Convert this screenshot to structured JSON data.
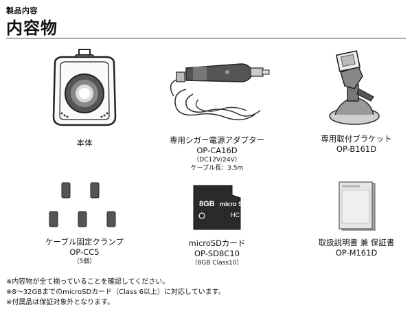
{
  "header": {
    "subtitle": "製品内容",
    "title": "内容物"
  },
  "items": [
    {
      "label": "本体",
      "code": "",
      "notes": []
    },
    {
      "label": "専用シガー電源アダプター",
      "code": "OP-CA16D",
      "notes": [
        "（DC12V/24V）",
        "ケーブル長：3.5m"
      ]
    },
    {
      "label": "専用取付ブラケット",
      "code": "OP-B161D",
      "notes": []
    },
    {
      "label": "ケーブル固定クランプ",
      "code": "OP-CC5",
      "notes": [
        "（5個）"
      ]
    },
    {
      "label": "microSDカード",
      "code": "OP-SD8C10",
      "notes": [
        "（8GB Class10）"
      ]
    },
    {
      "label": "取扱説明書 兼 保証書",
      "code": "OP-M161D",
      "notes": []
    }
  ],
  "sdcard": {
    "capacity": "8GB",
    "brand": "micro SD",
    "hc": "HC"
  },
  "footnotes": [
    "※内容物が全て揃っていることを確認してください。",
    "※8～32GBまでのmicroSDカード（Class 6以上）に対応しています。",
    "※付属品は保証対象外となります。"
  ]
}
